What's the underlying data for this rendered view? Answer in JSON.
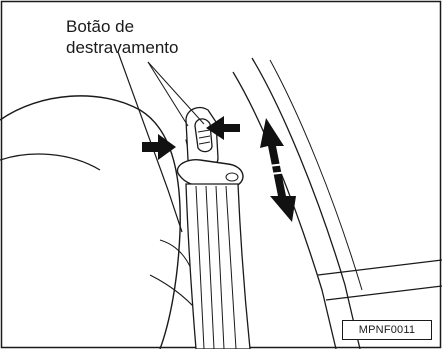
{
  "callout": {
    "line1": "Botão de",
    "line2": "destravamento"
  },
  "figure_code": "MPNF0011",
  "icons": [
    "press-arrow-icon",
    "press-arrow-icon",
    "double-headed-arrow-icon"
  ],
  "colors": {
    "line": "#1a1a1a",
    "fill": "#ffffff",
    "arrow": "#111111"
  }
}
